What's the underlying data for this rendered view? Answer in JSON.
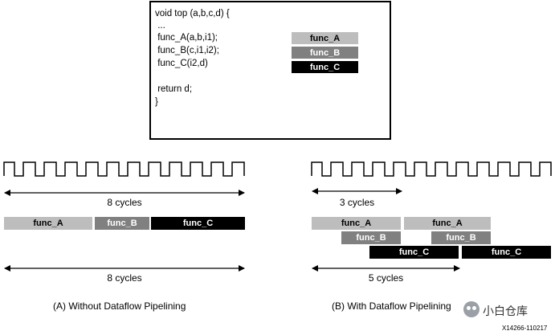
{
  "code": {
    "lines": [
      "void top (a,b,c,d) {",
      " ...",
      " func_A(a,b,i1);",
      " func_B(c,i1,i2);",
      " func_C(i2,d)",
      "",
      " return d;",
      "}"
    ]
  },
  "legend": {
    "a": "func_A",
    "b": "func_B",
    "c": "func_C"
  },
  "left": {
    "top_cycles": "8 cycles",
    "bottom_cycles": "8 cycles",
    "bars": {
      "a": "func_A",
      "b": "func_B",
      "c": "func_C"
    },
    "caption": "(A) Without Dataflow Pipelining"
  },
  "right": {
    "top_cycles": "3 cycles",
    "bottom_cycles": "5 cycles",
    "bars": {
      "a1": "func_A",
      "a2": "func_A",
      "b1": "func_B",
      "b2": "func_B",
      "c1": "func_C",
      "c2": "func_C"
    },
    "caption": "(B) With Dataflow Pipelining"
  },
  "watermark": "小白仓库",
  "figure_id": "X14266-110217",
  "colors": {
    "func_A": "#bdbdbd",
    "func_B": "#808080",
    "func_C": "#000000"
  }
}
